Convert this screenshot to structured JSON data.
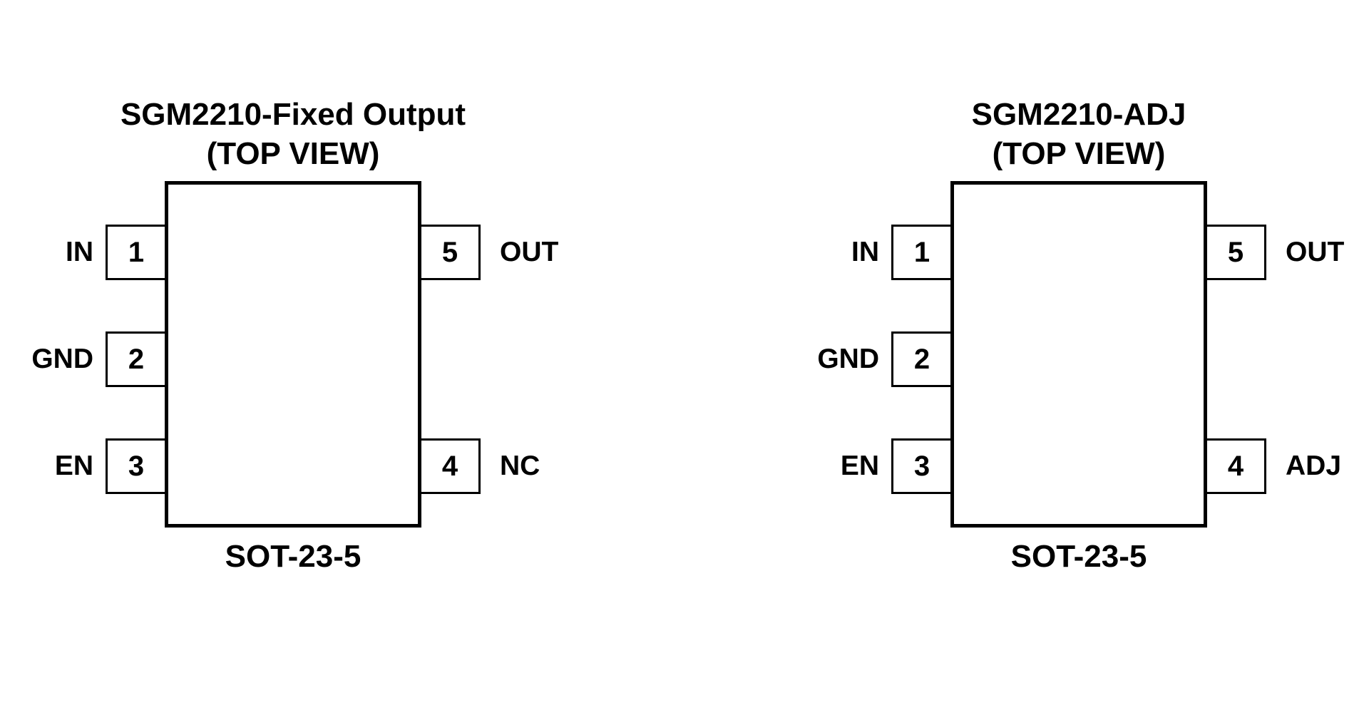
{
  "figure": {
    "description_colors": {
      "line": "#000000",
      "text": "#000000",
      "background": "#ffffff"
    }
  },
  "diagrams": [
    {
      "title_line1": "SGM2210-Fixed Output",
      "title_line2": "(TOP VIEW)",
      "package_label": "SOT-23-5",
      "left_pins": [
        {
          "number": "1",
          "name": "IN"
        },
        {
          "number": "2",
          "name": "GND"
        },
        {
          "number": "3",
          "name": "EN"
        }
      ],
      "right_pins": [
        {
          "number": "5",
          "name": "OUT"
        },
        {
          "number": "4",
          "name": "NC"
        }
      ]
    },
    {
      "title_line1": "SGM2210-ADJ",
      "title_line2": "(TOP VIEW)",
      "package_label": "SOT-23-5",
      "left_pins": [
        {
          "number": "1",
          "name": "IN"
        },
        {
          "number": "2",
          "name": "GND"
        },
        {
          "number": "3",
          "name": "EN"
        }
      ],
      "right_pins": [
        {
          "number": "5",
          "name": "OUT"
        },
        {
          "number": "4",
          "name": "ADJ"
        }
      ]
    }
  ]
}
